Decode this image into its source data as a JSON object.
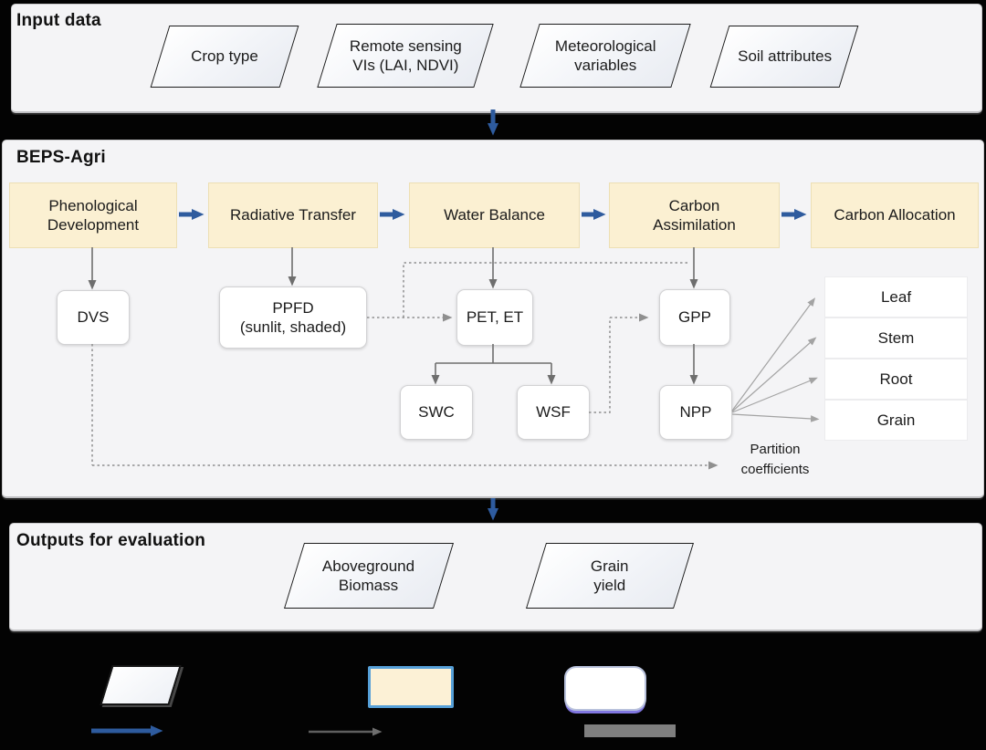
{
  "colors": {
    "module_fill": "#fbf0d2",
    "flow_arrow_blue": "#2e5b9e",
    "connector_gray": "#6e6e6e",
    "dashed_gray": "#8f8f8f",
    "panel_bg": "#f4f4f6"
  },
  "input_panel": {
    "title": "Input data",
    "items": [
      {
        "label": "Crop type"
      },
      {
        "label": "Remote sensing\nVIs (LAI, NDVI)"
      },
      {
        "label": "Meteorological\nvariables"
      },
      {
        "label": "Soil attributes"
      }
    ]
  },
  "model_panel": {
    "title": "BEPS-Agri",
    "modules": [
      {
        "label": "Phenological\nDevelopment"
      },
      {
        "label": "Radiative Transfer"
      },
      {
        "label": "Water Balance"
      },
      {
        "label": "Carbon\nAssimilation"
      },
      {
        "label": "Carbon Allocation"
      }
    ],
    "variables": [
      {
        "label": "DVS"
      },
      {
        "label": "PPFD\n(sunlit, shaded)"
      },
      {
        "label": "PET, ET"
      },
      {
        "label": "GPP"
      },
      {
        "label": "SWC"
      },
      {
        "label": "WSF"
      },
      {
        "label": "NPP"
      }
    ],
    "allocation_pools": [
      {
        "label": "Leaf"
      },
      {
        "label": "Stem"
      },
      {
        "label": "Root"
      },
      {
        "label": "Grain"
      }
    ],
    "partition_label": "Partition\ncoefficients"
  },
  "output_panel": {
    "title": "Outputs for evaluation",
    "items": [
      {
        "label": "Aboveground\nBiomass"
      },
      {
        "label": "Grain\nyield"
      }
    ]
  }
}
